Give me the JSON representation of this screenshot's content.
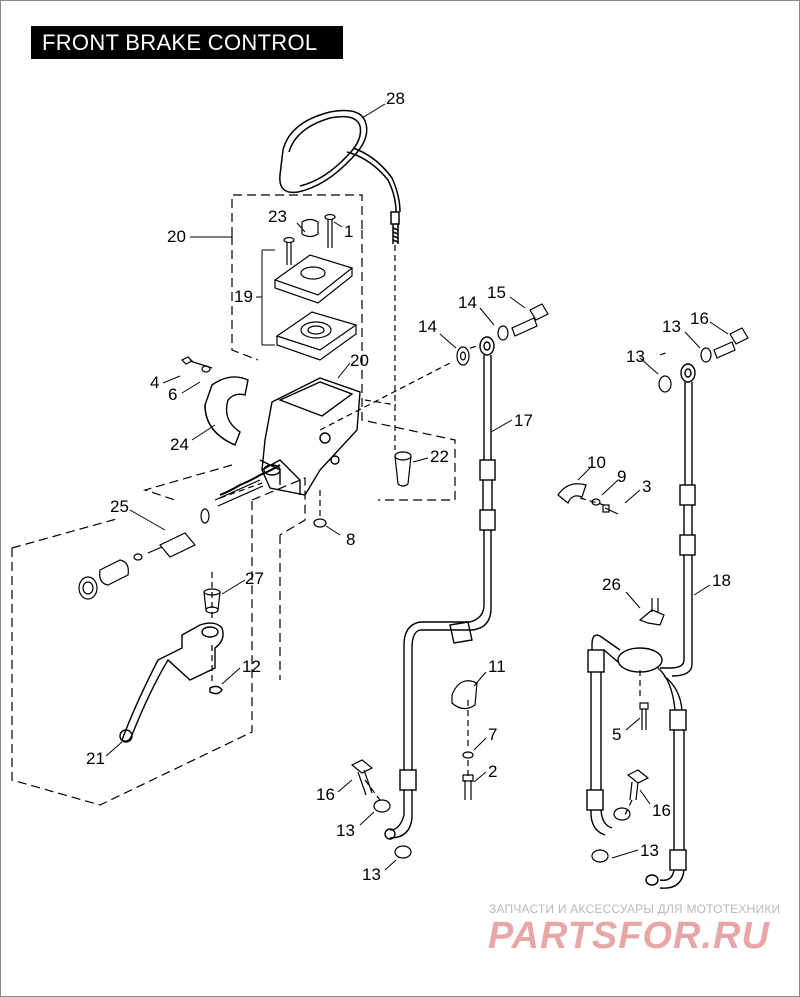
{
  "title": "FRONT BRAKE CONTROL",
  "callouts": [
    {
      "id": "c28",
      "label": "28"
    },
    {
      "id": "c23",
      "label": "23"
    },
    {
      "id": "c1",
      "label": "1"
    },
    {
      "id": "c20a",
      "label": "20"
    },
    {
      "id": "c19",
      "label": "19"
    },
    {
      "id": "c20b",
      "label": "20"
    },
    {
      "id": "c4",
      "label": "4"
    },
    {
      "id": "c6",
      "label": "6"
    },
    {
      "id": "c24",
      "label": "24"
    },
    {
      "id": "c22",
      "label": "22"
    },
    {
      "id": "c25",
      "label": "25"
    },
    {
      "id": "c8",
      "label": "8"
    },
    {
      "id": "c27",
      "label": "27"
    },
    {
      "id": "c12",
      "label": "12"
    },
    {
      "id": "c21",
      "label": "21"
    },
    {
      "id": "c14a",
      "label": "14"
    },
    {
      "id": "c15",
      "label": "15"
    },
    {
      "id": "c14b",
      "label": "14"
    },
    {
      "id": "c17",
      "label": "17"
    },
    {
      "id": "c13a",
      "label": "13"
    },
    {
      "id": "c16a",
      "label": "16"
    },
    {
      "id": "c13b",
      "label": "13"
    },
    {
      "id": "c10",
      "label": "10"
    },
    {
      "id": "c9",
      "label": "9"
    },
    {
      "id": "c3",
      "label": "3"
    },
    {
      "id": "c26",
      "label": "26"
    },
    {
      "id": "c18",
      "label": "18"
    },
    {
      "id": "c11",
      "label": "11"
    },
    {
      "id": "c7",
      "label": "7"
    },
    {
      "id": "c2",
      "label": "2"
    },
    {
      "id": "c5",
      "label": "5"
    },
    {
      "id": "c16b",
      "label": "16"
    },
    {
      "id": "c13c",
      "label": "13"
    },
    {
      "id": "c16c",
      "label": "16"
    },
    {
      "id": "c13d",
      "label": "13"
    },
    {
      "id": "c13e",
      "label": "13"
    }
  ],
  "watermark": {
    "tagline": "ЗАПЧАСТИ И АКСЕССУАРЫ ДЛЯ МОТОТЕХНИКИ",
    "brand": "PARTSFOR.RU"
  },
  "colors": {
    "line": "#000000",
    "title_bg": "#000000",
    "title_fg": "#ffffff",
    "watermark": "#e8a7a7"
  }
}
